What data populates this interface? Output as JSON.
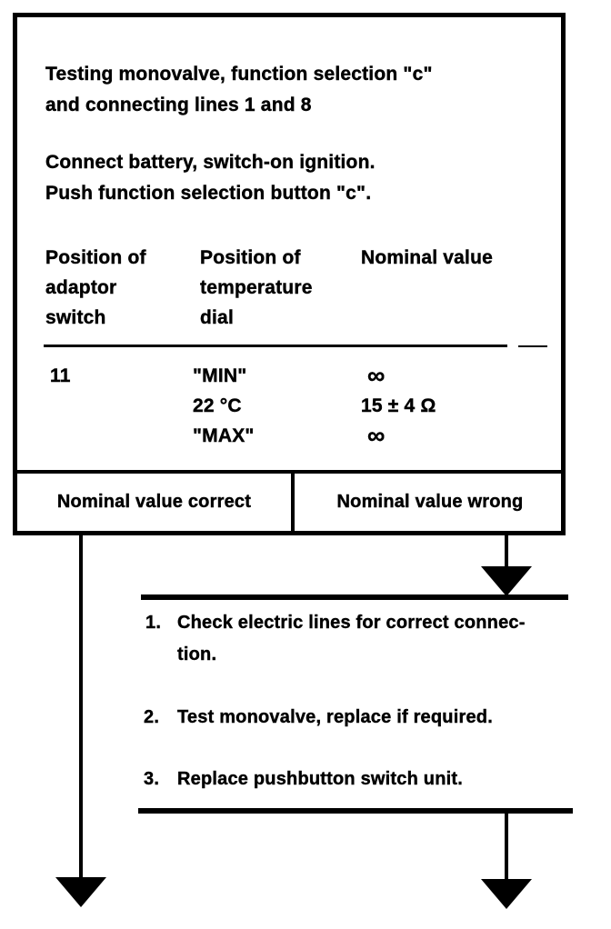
{
  "flowchart": {
    "title": {
      "line1": "Testing monovalve, function selection \"c\"",
      "line2": "and connecting lines 1 and 8"
    },
    "instructions": {
      "line1": "Connect battery, switch-on ignition.",
      "line2": "Push function selection button \"c\"."
    },
    "table": {
      "headers": {
        "col1": [
          "Position of",
          "adaptor",
          "switch"
        ],
        "col2": [
          "Position of",
          "temperature",
          "dial"
        ],
        "col3": "Nominal value"
      },
      "row": {
        "adaptor_switch_position": "11",
        "dial_positions": [
          "\"MIN\"",
          "22 °C",
          "\"MAX\""
        ],
        "nominal_values": [
          "∞",
          "15 ± 4 Ω",
          "∞"
        ]
      }
    },
    "outcomes": {
      "correct": "Nominal value correct",
      "wrong": "Nominal value wrong"
    },
    "checklist": {
      "items": [
        {
          "number": "1.",
          "lines": [
            "Check electric lines for correct connec-",
            "tion."
          ]
        },
        {
          "number": "2.",
          "lines": [
            "Test monovalve, replace if required."
          ]
        },
        {
          "number": "3.",
          "lines": [
            "Replace pushbutton switch unit."
          ]
        }
      ]
    },
    "colors": {
      "ink": "#000000",
      "paper": "#ffffff"
    },
    "icons": {
      "arrow_down": "arrow-down-icon"
    }
  }
}
